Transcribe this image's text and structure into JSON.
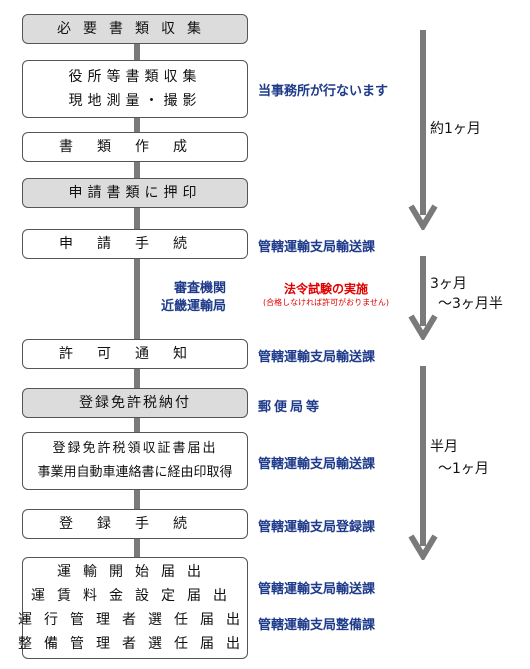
{
  "steps": [
    {
      "lines": [
        "必要書類収集"
      ],
      "style": "gray"
    },
    {
      "lines": [
        "役所等書類収集",
        "現地測量・撮影"
      ],
      "style": "white"
    },
    {
      "lines": [
        "書類作成"
      ],
      "style": "white"
    },
    {
      "lines": [
        "申請書類に押印"
      ],
      "style": "gray"
    },
    {
      "lines": [
        "申請手続"
      ],
      "style": "white"
    },
    {
      "lines": [
        "許可通知"
      ],
      "style": "white"
    },
    {
      "lines": [
        "登録免許税納付"
      ],
      "style": "gray"
    },
    {
      "lines": [
        "登録免許税領収証書届出",
        "事業用自動車連絡書に経由印取得"
      ],
      "style": "white"
    },
    {
      "lines": [
        "登録手続"
      ],
      "style": "white"
    },
    {
      "lines": [
        "運輸開始届出",
        "運賃料金設定届出",
        "運行管理者選任届出",
        "整備管理者選任届出"
      ],
      "style": "white"
    }
  ],
  "side_labels": {
    "office": "当事務所が行ないます",
    "transport1": "管轄運輸支局輸送課",
    "transport2": "管轄運輸支局輸送課",
    "post": "郵便局等",
    "transport3": "管轄運輸支局輸送課",
    "registration": "管轄運輸支局登録課",
    "transport4": "管轄運輸支局輸送課",
    "maintenance": "管轄運輸支局整備課"
  },
  "review": {
    "line1": "審査機関",
    "line2": "近畿運輸局"
  },
  "exam": {
    "title": "法令試験の実施",
    "note": "(合格しなければ許可がおりません)"
  },
  "durations": {
    "d1": "約1ヶ月",
    "d2a": "3ヶ月",
    "d2b": "～3ヶ月半",
    "d3a": "半月",
    "d3b": "～1ヶ月"
  },
  "colors": {
    "blue_label": "#1e3a8a",
    "red_note": "#e00000",
    "gray_fill": "#dcdcdc",
    "spine": "#7a7a7a"
  }
}
